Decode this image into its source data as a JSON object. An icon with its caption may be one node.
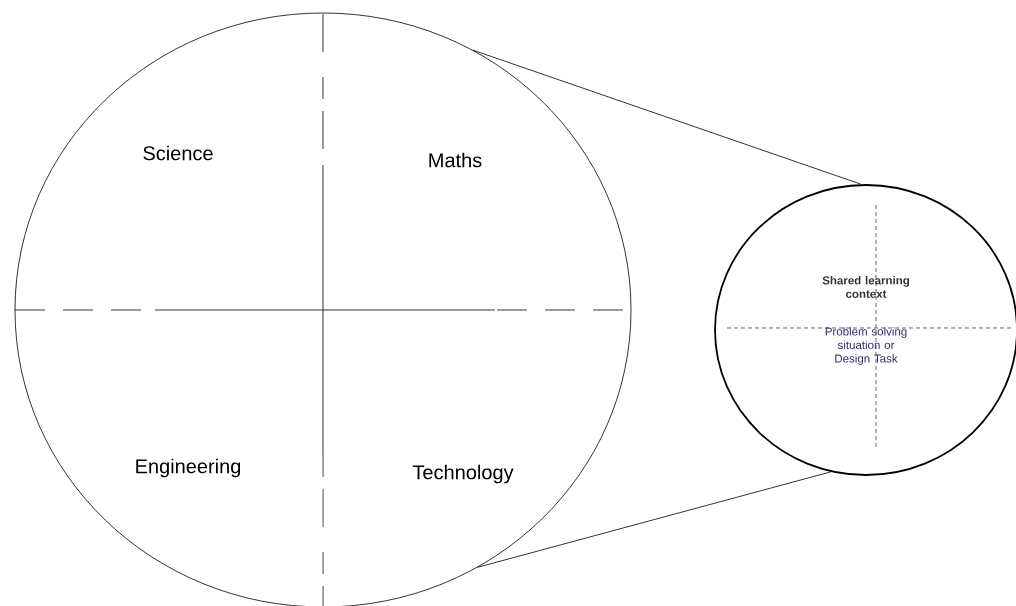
{
  "diagram": {
    "nodes": [
      {
        "text": [
          "Science",
          "Maths",
          "Engineering",
          "Technology"
        ]
      },
      {
        "text": [
          "Shared learning context",
          "Problem solving situation or Design Task"
        ]
      }
    ],
    "edges": [
      {
        "from": 0,
        "to": 1,
        "arrow": "none"
      },
      {
        "from": 0,
        "to": 1,
        "arrow": "none"
      }
    ]
  }
}
